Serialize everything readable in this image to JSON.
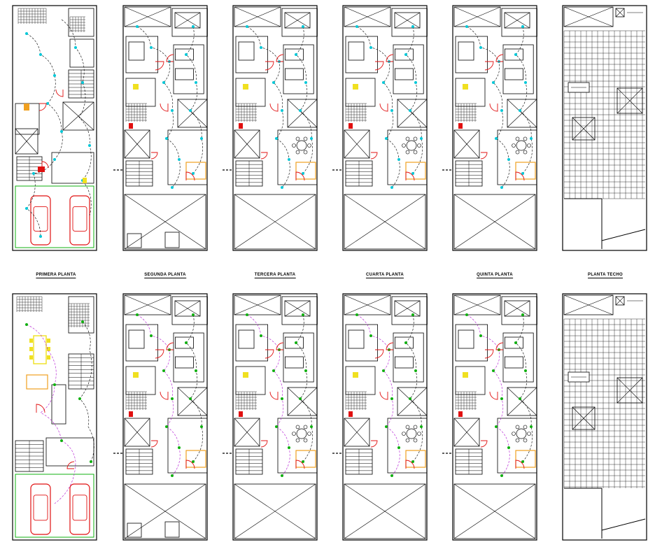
{
  "sheet": {
    "row1_labels": [
      "PRIMERA PLANTA",
      "SEGUNDA PLANTA",
      "TERCERA PLANTA",
      "CUARTA PLANTA",
      "QUINTA PLANTA",
      "PLANTA TECHO"
    ]
  },
  "colors": {
    "wall": "#000000",
    "circuit": "#000000",
    "door_swing": "#e01010",
    "fixture": "#00c8d8",
    "furniture_yellow": "#f0e020",
    "fixture_green": "#10b010",
    "circuit_purple": "#b010d0",
    "car": "#e01010",
    "sofa_orange": "#f0a020"
  }
}
